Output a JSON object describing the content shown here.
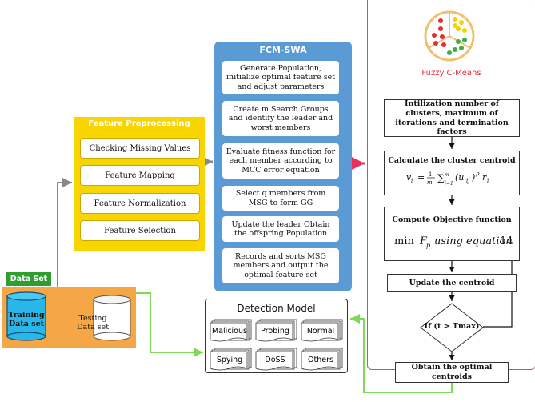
{
  "data_set": {
    "label": "Data Set",
    "training": "Training Data set",
    "testing": "Testing Data set"
  },
  "feature_preprocessing": {
    "title": "Feature Preprocessing",
    "items": [
      "Checking Missing Values",
      "Feature Mapping",
      "Feature Normalization",
      "Feature Selection"
    ]
  },
  "fcm_swa": {
    "title": "FCM-SWA",
    "steps": [
      "Generate Population, initialize optimal feature set  and adjust parameters",
      "Create  m Search Groups and identify the leader and worst members",
      "Evaluate fitness function for each member according to MCC error equation",
      "Select q members from MSG to form GG",
      "Update the leader Obtain the offspring Population",
      "Records and sorts MSG members and output the optimal feature set"
    ]
  },
  "fuzzy_cmeans": {
    "title": "Fuzzy C-Means",
    "steps": {
      "init": "Intilization number of clusters, maximum of iterations and termination factors",
      "centroid": "Calculate the cluster centroid",
      "objective": "Compute Objective function",
      "objective_formula": "min F_p using equation 14",
      "update": "Update the centroid",
      "condition": "If (t > Tmax)",
      "obtain": "Obtain the optimal centroids"
    }
  },
  "detection_model": {
    "title": "Detection Model",
    "classes": [
      "Malicious",
      "Probing",
      "Normal",
      "Spying",
      "DoSS",
      "Others"
    ]
  },
  "colors": {
    "fp_panel": "#f9d500",
    "swa_panel": "#5b9bd5",
    "fcm_border": "#e04a5a",
    "data_set_panel": "#f5a748",
    "data_set_label": "#2e9e2e",
    "green_arrow": "#7ed957",
    "red_arrow": "#e8305a",
    "gray_arrow": "#888888"
  }
}
